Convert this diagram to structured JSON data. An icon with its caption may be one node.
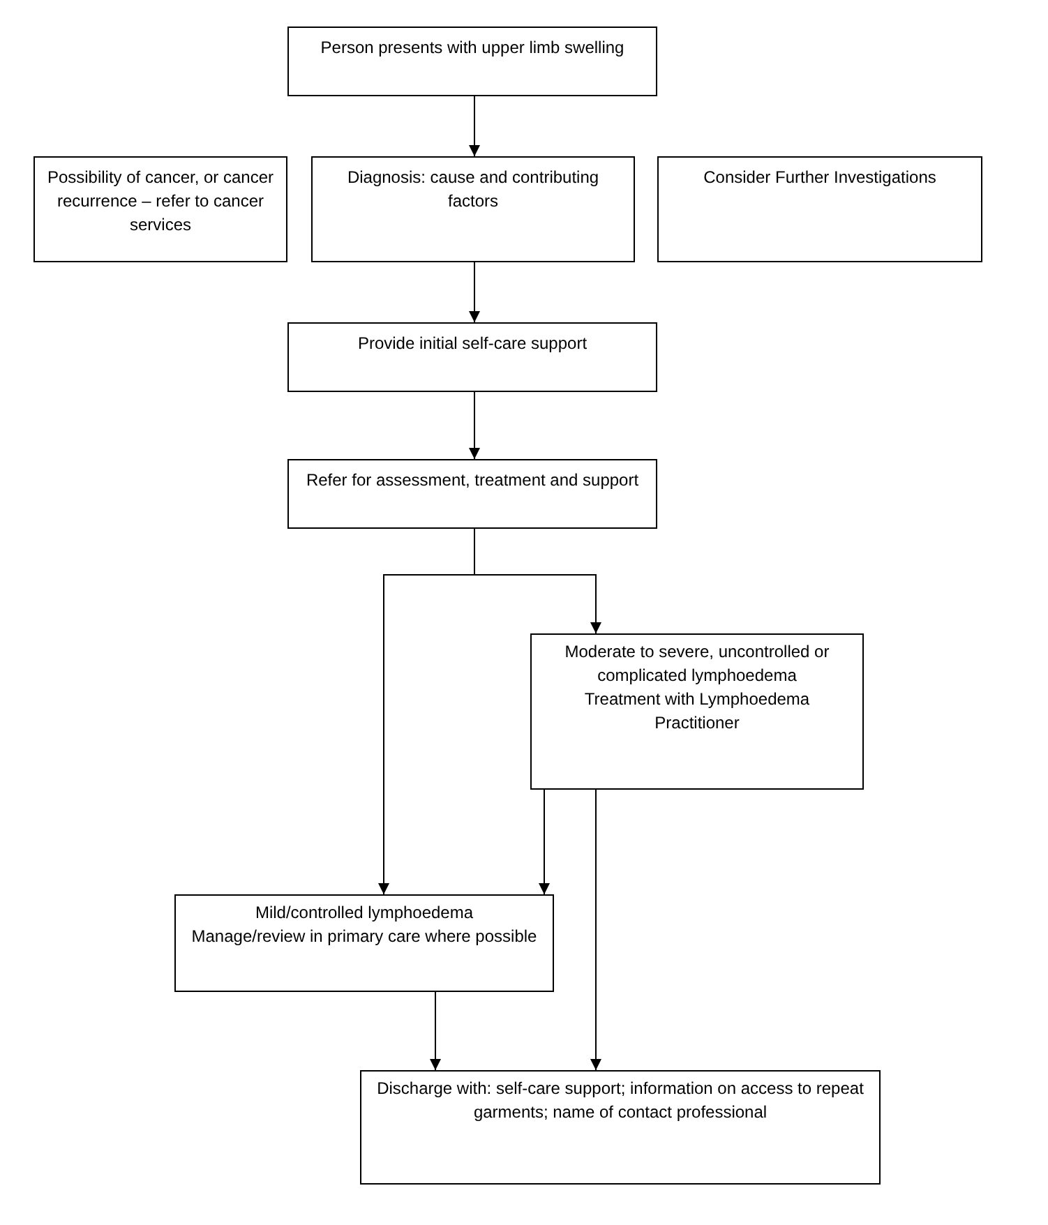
{
  "diagram": {
    "nodes": [
      {
        "text": [
          "Person presents with upper limb swelling"
        ]
      },
      {
        "text": [
          "Possibility of cancer, or cancer recurrence – refer to cancer services"
        ]
      },
      {
        "text": [
          "Diagnosis: cause and contributing factors"
        ]
      },
      {
        "text": [
          "Consider Further Investigations"
        ]
      },
      {
        "text": [
          "Provide initial self-care support"
        ]
      },
      {
        "text": [
          "Refer for assessment, treatment and support"
        ]
      },
      {
        "text": [
          "Moderate to severe, uncontrolled or complicated lymphoedema",
          "Treatment with Lymphoedema Practitioner"
        ]
      },
      {
        "text": [
          "Mild/controlled lymphoedema",
          "Manage/review in primary care where possible"
        ]
      },
      {
        "text": [
          "Discharge with: self-care support; information on access to repeat garments; name of contact professional"
        ]
      }
    ],
    "edges": [
      {
        "from": 0,
        "to": 2,
        "arrow": "to"
      },
      {
        "from": 2,
        "to": 4,
        "arrow": "to"
      },
      {
        "from": 4,
        "to": 5,
        "arrow": "to"
      },
      {
        "from": 5,
        "to": 7,
        "arrow": "to"
      },
      {
        "from": 5,
        "to": 6,
        "arrow": "to"
      },
      {
        "from": 6,
        "to": 7,
        "arrow": "to"
      },
      {
        "from": 6,
        "to": 8,
        "arrow": "to"
      },
      {
        "from": 7,
        "to": 8,
        "arrow": "to"
      }
    ]
  }
}
